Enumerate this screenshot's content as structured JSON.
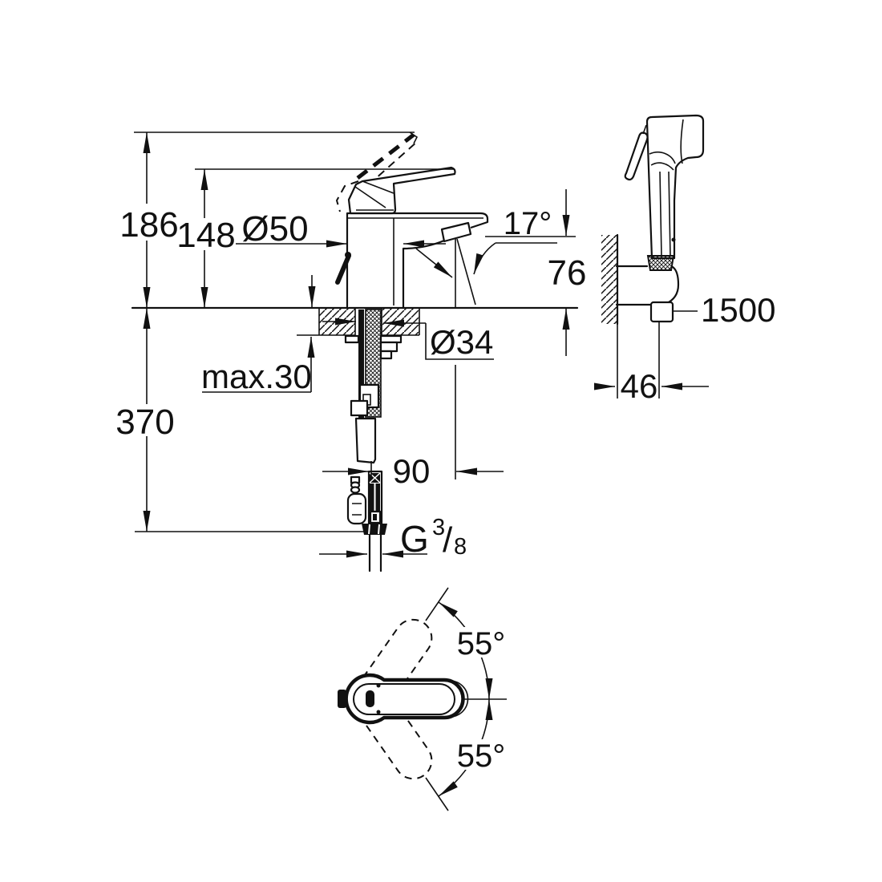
{
  "dimensions": {
    "overall_height": "186",
    "height_to_handle": "148",
    "base_diameter": "Ø50",
    "spout_angle": "17°",
    "spout_outlet_height": "76",
    "max_deck_thickness": "max.30",
    "hole_diameter": "Ø34",
    "depth_below_deck": "370",
    "spout_reach": "90",
    "hose_length": "1500",
    "holder_projection": "46",
    "swivel_angle_upper": "55°",
    "swivel_angle_lower": "55°",
    "thread": {
      "prefix": "G",
      "numerator": "3",
      "separator": "/",
      "denominator": "8"
    }
  },
  "colors": {
    "line": "#111111",
    "background": "#ffffff"
  }
}
